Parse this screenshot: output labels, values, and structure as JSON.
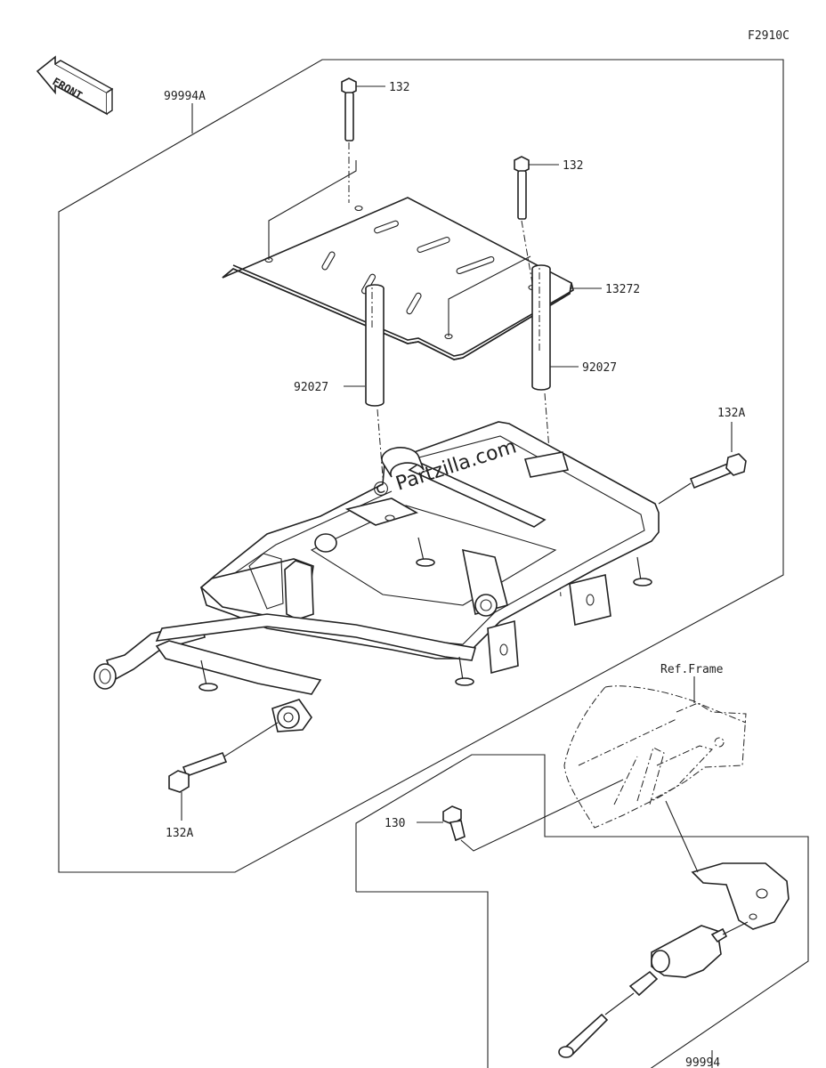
{
  "diagram_code": "F2910C",
  "front_label": "FRONT",
  "watermark": "© Partzilla.com",
  "ref_label": "Ref.Frame",
  "callouts": {
    "kit_main": "99994A",
    "bolt_top_1": "132",
    "bolt_top_2": "132",
    "plate": "13272",
    "collar_left": "92027",
    "collar_right": "92027",
    "bolt_side_right": "132A",
    "bolt_side_left": "132A",
    "bolt_small": "130",
    "kit_sub": "99994"
  }
}
